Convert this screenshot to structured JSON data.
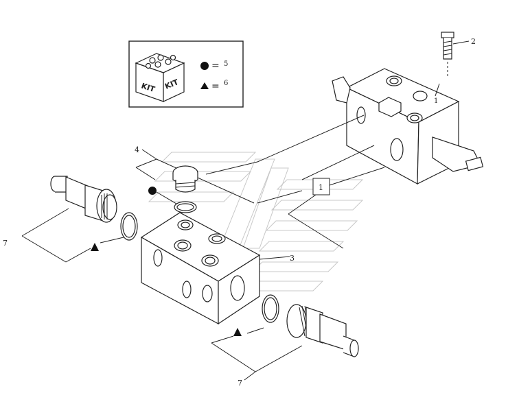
{
  "kit": {
    "box_text_1": "KIT",
    "box_text_2": "KIT",
    "legend": [
      {
        "symbol": "circle",
        "equals": "=",
        "ref": "5"
      },
      {
        "symbol": "triangle",
        "equals": "=",
        "ref": "6"
      }
    ]
  },
  "callouts": {
    "ref_1": "1",
    "ref_2": "2",
    "ref_3": "3",
    "ref_4": "4",
    "ref_7_left": "7",
    "ref_7_bottom": "7"
  },
  "colors": {
    "line": "#222222",
    "watermark": "#c8c8c8",
    "background": "#ffffff"
  }
}
